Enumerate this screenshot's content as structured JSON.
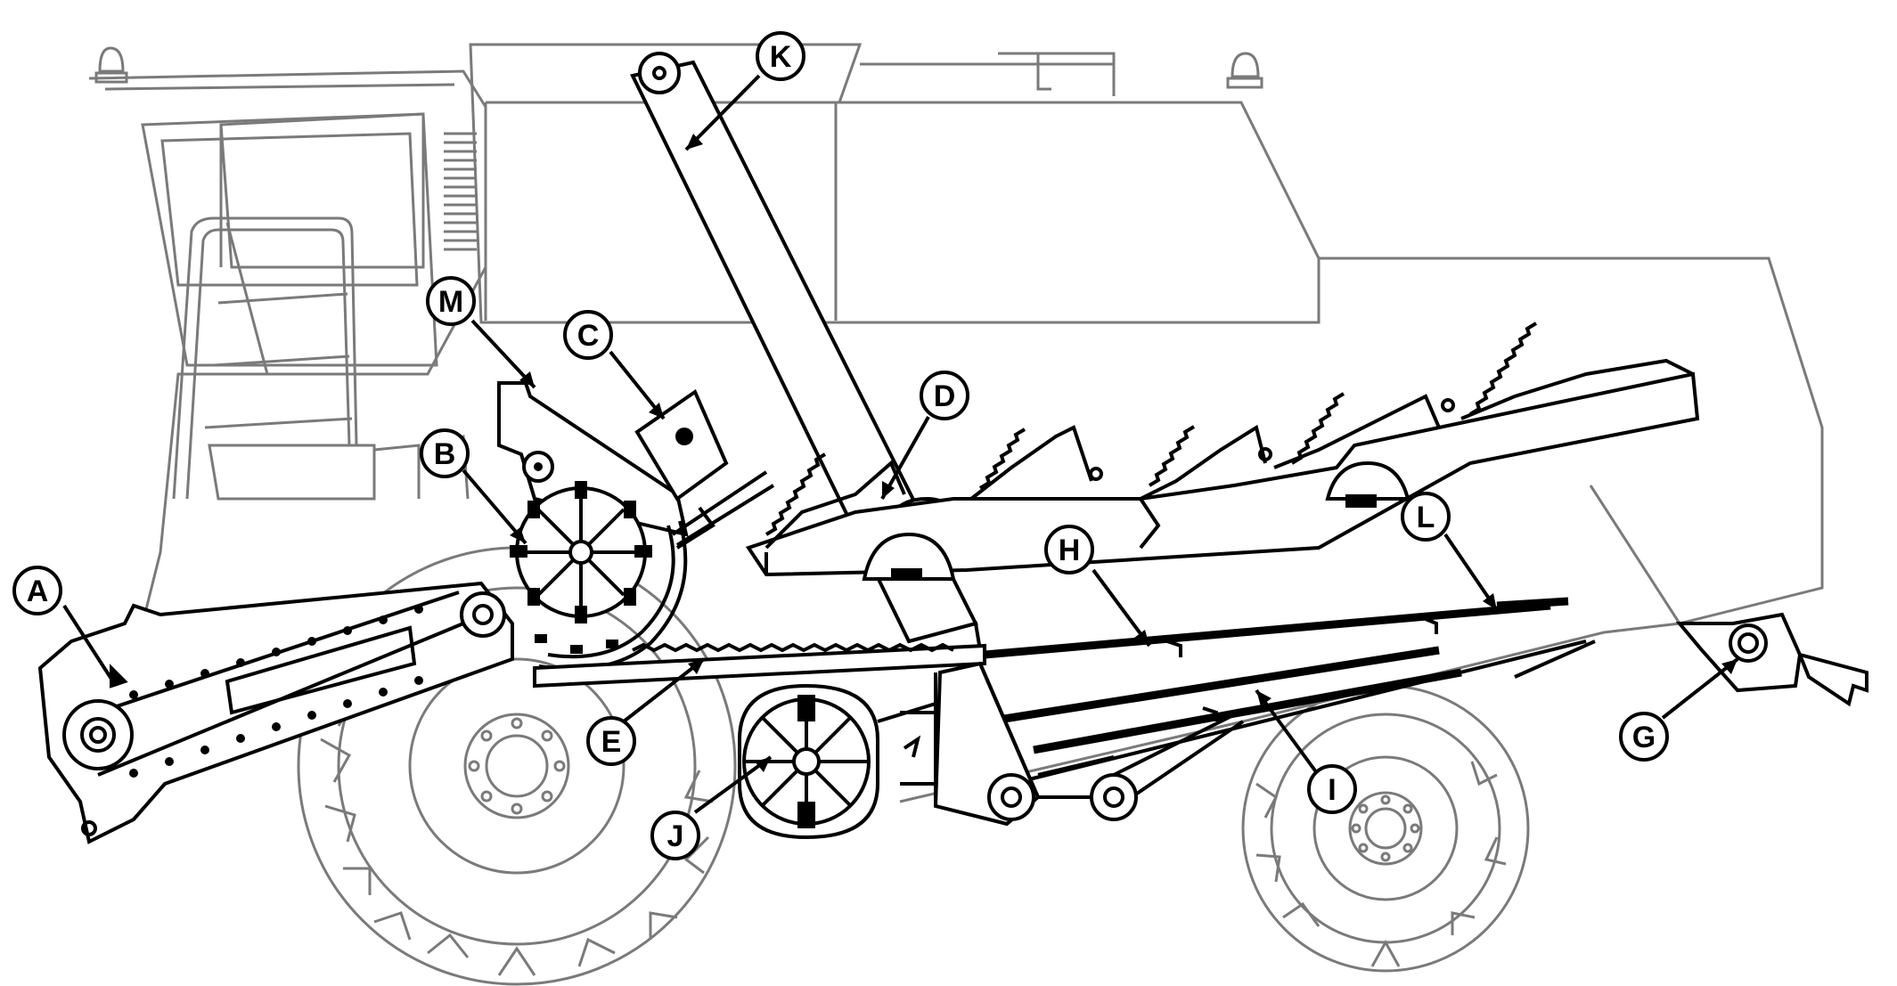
{
  "diagram": {
    "labels": [
      {
        "id": "A",
        "text": "A"
      },
      {
        "id": "B",
        "text": "B"
      },
      {
        "id": "C",
        "text": "C"
      },
      {
        "id": "D",
        "text": "D"
      },
      {
        "id": "E",
        "text": "E"
      },
      {
        "id": "G",
        "text": "G"
      },
      {
        "id": "H",
        "text": "H"
      },
      {
        "id": "I",
        "text": "I"
      },
      {
        "id": "J",
        "text": "J"
      },
      {
        "id": "K",
        "text": "K"
      },
      {
        "id": "L",
        "text": "L"
      },
      {
        "id": "M",
        "text": "M"
      }
    ]
  }
}
